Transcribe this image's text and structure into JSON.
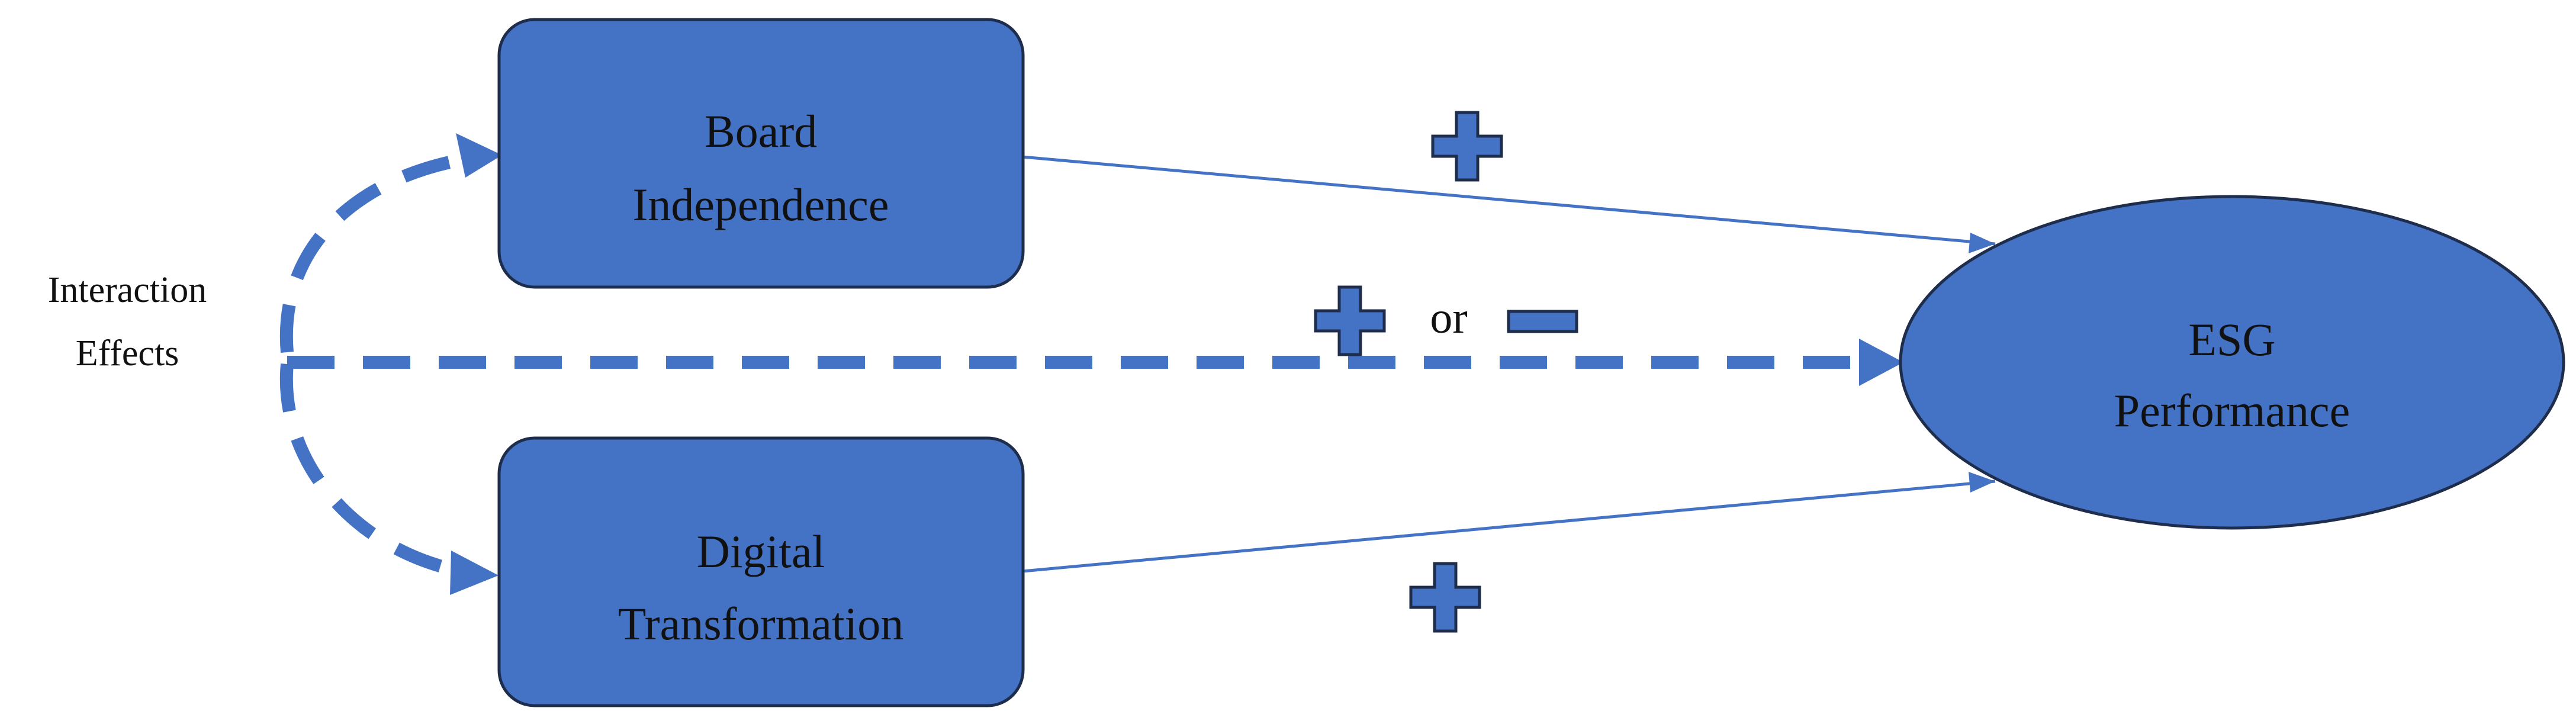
{
  "diagram": {
    "nodes": {
      "board_independence": {
        "line1": "Board",
        "line2": "Independence"
      },
      "digital_transformation": {
        "line1": "Digital",
        "line2": "Transformation"
      },
      "esg_performance": {
        "line1": "ESG",
        "line2": "Performance"
      }
    },
    "moderator": {
      "line1": "Interaction",
      "line2": "Effects"
    },
    "relationships": {
      "board_to_esg": {
        "sign": "plus"
      },
      "digital_to_esg": {
        "sign": "plus"
      },
      "interaction_to_esg": {
        "sign_a": "plus",
        "connector": "or",
        "sign_b": "minus"
      }
    },
    "colors": {
      "fill": "#4472c4",
      "stroke": "#1f2d4d",
      "arrow": "#4472c4"
    }
  }
}
